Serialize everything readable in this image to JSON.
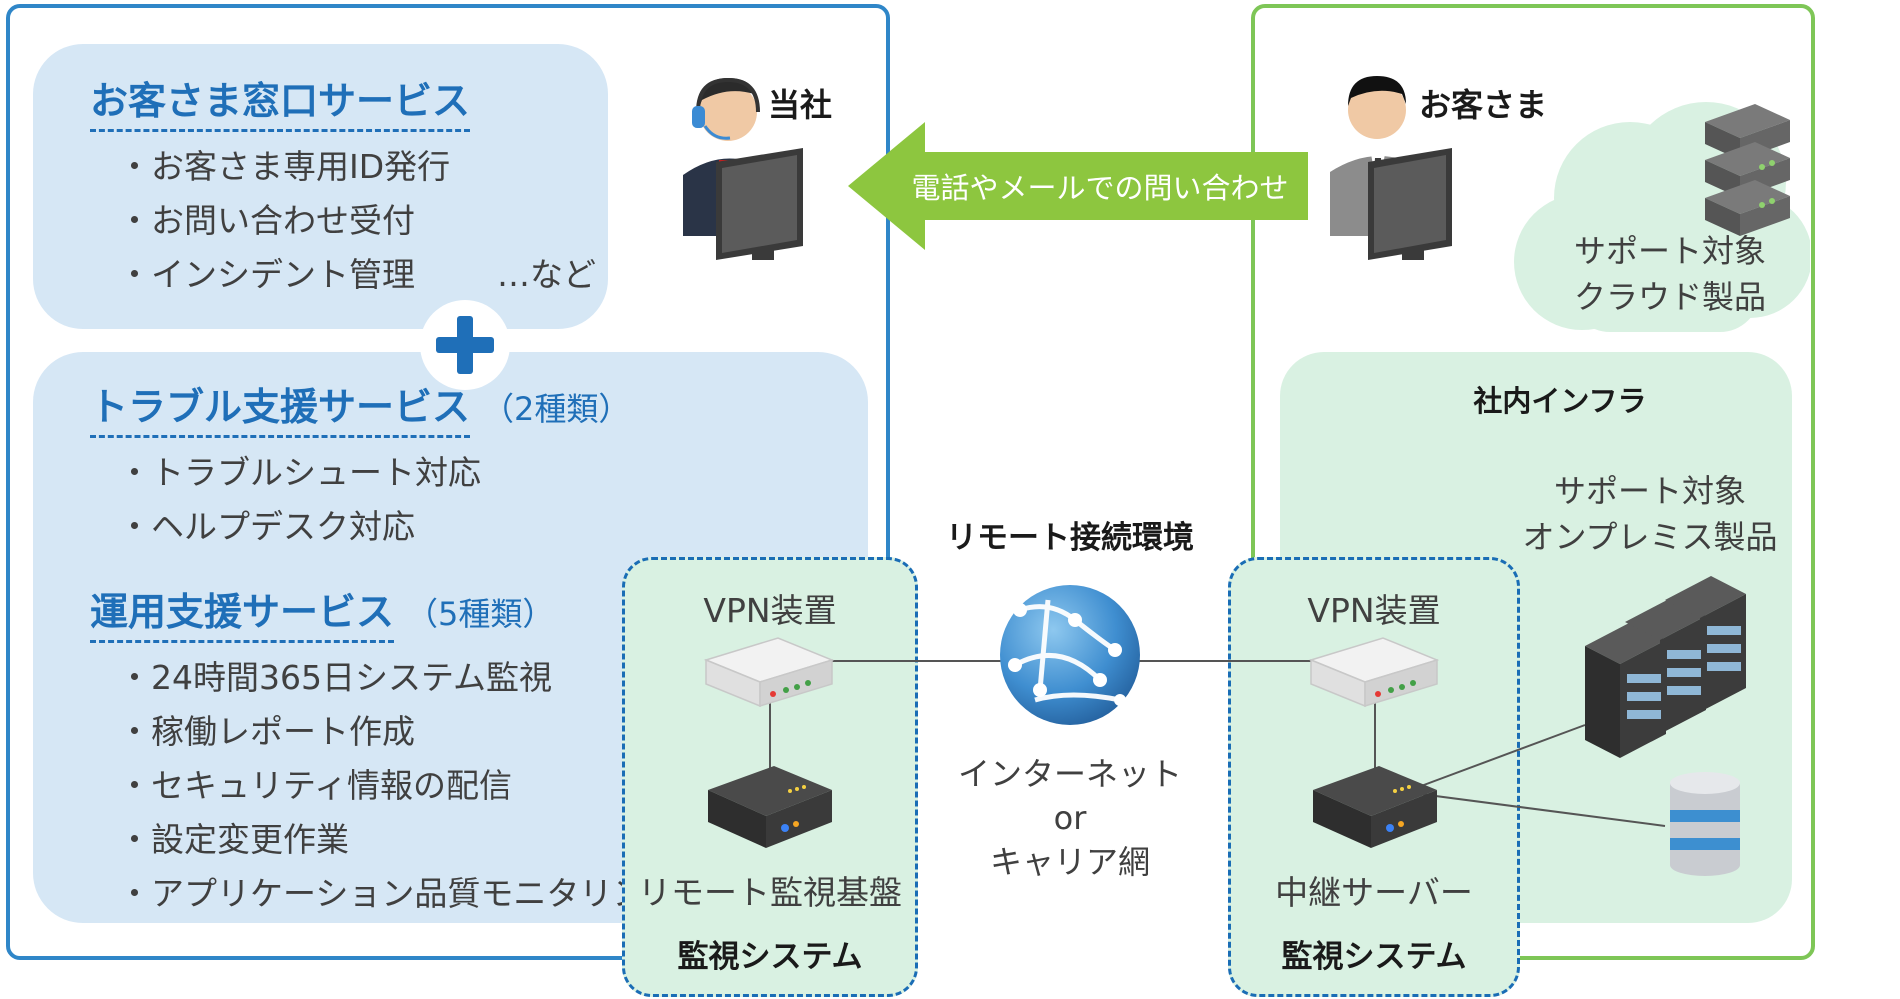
{
  "left": {
    "company_label": "当社",
    "window_service": {
      "title": "お客さま窓口サービス",
      "items": [
        "・お客さま専用ID発行",
        "・お問い合わせ受付",
        "・インシデント管理"
      ],
      "etc": "…など"
    },
    "trouble_service": {
      "title": "トラブル支援サービス",
      "count": "（2種類）",
      "items": [
        "・トラブルシュート対応",
        "・ヘルプデスク対応"
      ]
    },
    "ops_service": {
      "title": "運用支援サービス",
      "count": "（5種類）",
      "items": [
        "・24時間365日システム監視",
        "・稼働レポート作成",
        "・セキュリティ情報の配信",
        "・設定変更作業",
        "・アプリケーション品質モニタリング"
      ]
    },
    "monitor_box": {
      "vpn_label": "VPN装置",
      "server_label": "リモート監視基盤",
      "system_label": "監視システム"
    }
  },
  "middle": {
    "arrow_text": "電話やメールでの問い合わせ",
    "remote_title": "リモート接続環境",
    "internet_lines": [
      "インターネット",
      "or",
      "キャリア網"
    ]
  },
  "right": {
    "customer_label": "お客さま",
    "cloud_label_lines": [
      "サポート対象",
      "クラウド製品"
    ],
    "infra_title": "社内インフラ",
    "onprem_label_lines": [
      "サポート対象",
      "オンプレミス製品"
    ],
    "monitor_box": {
      "vpn_label": "VPN装置",
      "server_label": "中継サーバー",
      "system_label": "監視システム"
    }
  },
  "colors": {
    "blue_frame": "#2f86c8",
    "green_frame": "#7ec657",
    "heading_blue": "#1f6fb8",
    "arrow_green": "#8dc63f"
  }
}
